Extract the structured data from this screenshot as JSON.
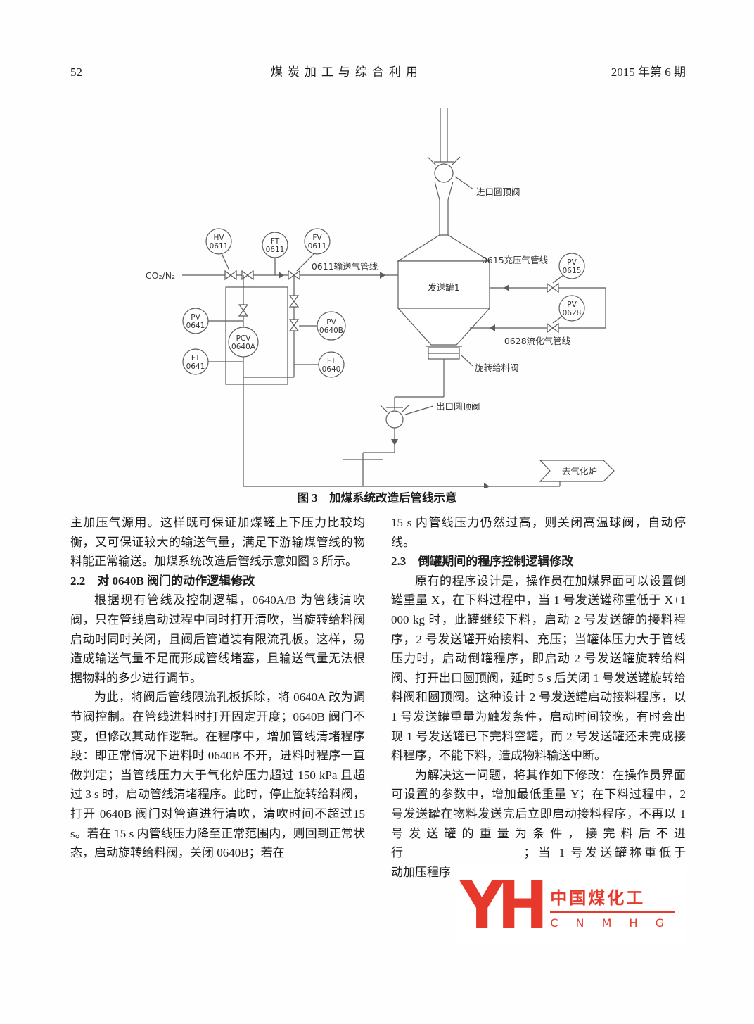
{
  "header": {
    "page_number": "52",
    "journal_title": "煤炭加工与综合利用",
    "issue_info": "2015 年第 6 期"
  },
  "diagram": {
    "caption": "图 3　加煤系统改造后管线示意",
    "source_label": "CO₂/N₂",
    "instruments": {
      "hv0611": {
        "tag": "HV",
        "num": "0611"
      },
      "ft0611": {
        "tag": "FT",
        "num": "0611"
      },
      "fv0611": {
        "tag": "FV",
        "num": "0611"
      },
      "pv0641": {
        "tag": "PV",
        "num": "0641"
      },
      "pcv0640a": {
        "tag": "PCV",
        "num": "0640A"
      },
      "pv0640b": {
        "tag": "PV",
        "num": "0640B"
      },
      "ft0641": {
        "tag": "FT",
        "num": "0641"
      },
      "ft0640": {
        "tag": "FT",
        "num": "0640"
      },
      "pv0615": {
        "tag": "PV",
        "num": "0615"
      },
      "pv0628": {
        "tag": "PV",
        "num": "0628"
      }
    },
    "labels": {
      "line0611": "0611输送气管线",
      "vessel": "发送罐1",
      "line0615": "0615充压气管线",
      "line0628": "0628流化气管线",
      "rotary_valve": "旋转给料阀",
      "inlet_dome_valve": "进口圆顶阀",
      "outlet_dome_valve": "出口圆顶阀",
      "to_gasifier": "去气化炉"
    }
  },
  "left_column": {
    "para1": "主加压气源用。这样既可保证加煤罐上下压力比较均衡，又可保证较大的输送气量，满足下游输煤管线的物料能正常输送。加煤系统改造后管线示意如图 3 所示。",
    "heading22": "2.2　对 0640B 阀门的动作逻辑修改",
    "para2": "根据现有管线及控制逻辑，0640A/B 为管线清吹阀，只在管线启动过程中同时打开清吹，当旋转给料阀启动时同时关闭，且阀后管道装有限流孔板。这样，易造成输送气量不足而形成管线堵塞，且输送气量无法根据物料的多少进行调节。",
    "para3": "为此，将阀后管线限流孔板拆除，将 0640A 改为调节阀控制。在管线进料时打开固定开度；0640B 阀门不变，但修改其动作逻辑。在程序中，增加管线清堵程序段：即正常情况下进料时 0640B 不开，进料时程序一直做判定；当管线压力大于气化炉压力超过 150 kPa 且超过 3 s 时，启动管线清堵程序。此时，停止旋转给料阀，打开 0640B 阀门对管道进行清吹，清吹时间不超过15 s。若在 15 s 内管线压力降至正常范围内，则回到正常状态，启动旋转给料阀，关闭 0640B；若在"
  },
  "right_column": {
    "para1": "15 s 内管线压力仍然过高，则关闭高温球阀，自动停线。",
    "heading23": "2.3　倒罐期间的程序控制逻辑修改",
    "para2": "原有的程序设计是，操作员在加煤界面可以设置倒罐重量 X，在下料过程中，当 1 号发送罐称重低于 X+1 000 kg 时，此罐继续下料，启动 2 号发送罐的接料程序，2 号发送罐开始接料、充压；当罐体压力大于管线压力时，启动倒罐程序，即启动 2 号发送罐旋转给料阀、打开出口圆顶阀，延时 5 s 后关闭 1 号发送罐旋转给料阀和圆顶阀。这种设计 2 号发送罐启动接料程序，以 1 号发送罐重量为触发条件，启动时间较晚，有时会出现 1 号发送罐已下完料空罐，而 2 号发送罐还未完成接料程序，不能下料，造成物料输送中断。",
    "para3": "为解决这一问题，将其作如下修改：在操作员界面可设置的参数中，增加最低重量 Y；在下料过程中，2 号发送罐在物料发送完后立即启动接料程序，不再以 1 号发送罐的重量为条件，接完料后不进行　　　　　　　　；当 1 号发送罐称重低于　　　　　　　　　动加压程序"
  },
  "watermark": {
    "logo_text": "YH",
    "name_cn": "中国煤化工",
    "name_en": "C N M H G",
    "color": "#e6392b"
  }
}
